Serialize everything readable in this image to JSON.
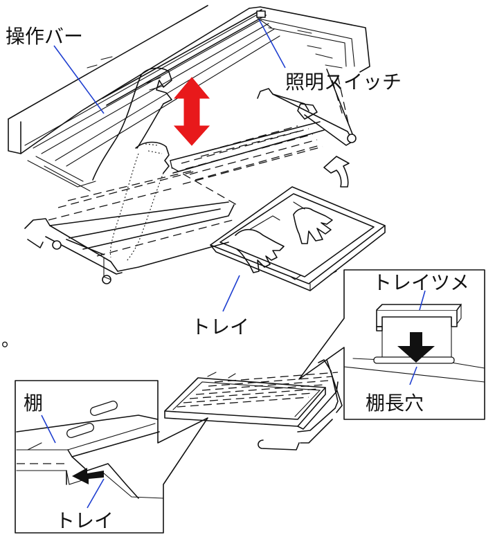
{
  "labels": {
    "operation_bar": "操作バー",
    "light_switch": "照明スイッチ",
    "tray_top": "トレイ",
    "tray_claw": "トレイツメ",
    "shelf_slot": "棚長穴",
    "shelf": "棚",
    "tray_bottom": "トレイ"
  },
  "colors": {
    "leader": "#1f3fd0",
    "motion_arrow": "#e8191b",
    "ink": "#111111"
  },
  "icons": {
    "motion_arrow": "double-headed-vertical-arrow",
    "rotate_arrow": "curved-up-arrow",
    "insert_arrow_claw": "down-arrow",
    "insert_arrow_shelf": "left-arrow"
  }
}
